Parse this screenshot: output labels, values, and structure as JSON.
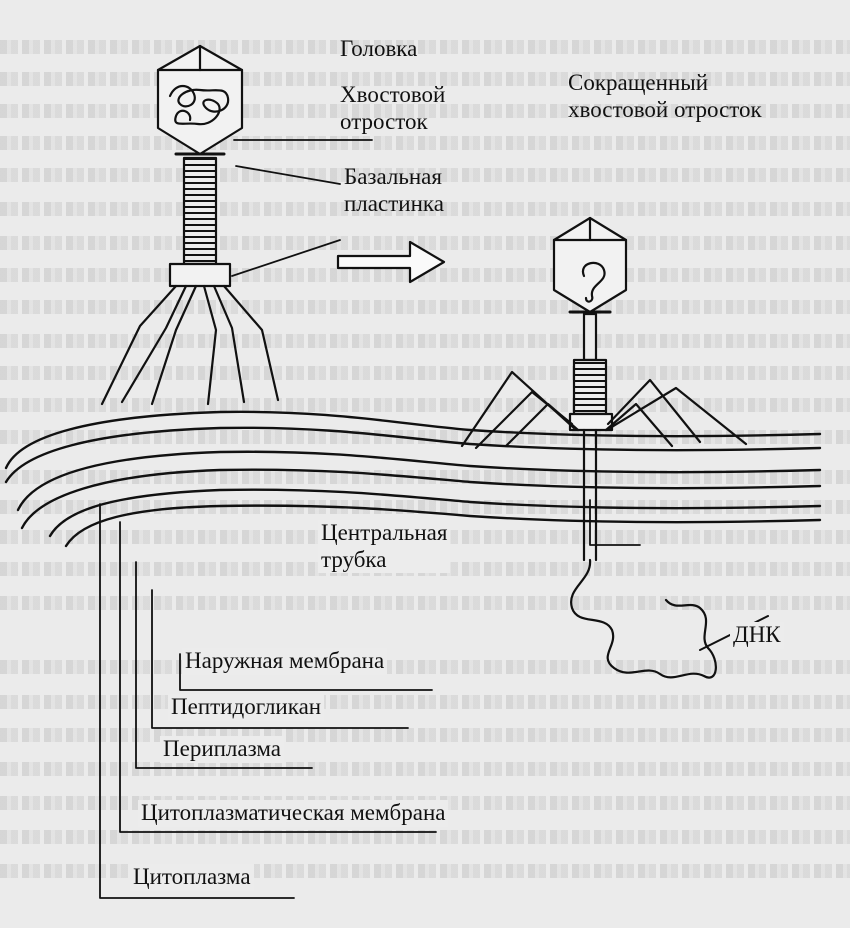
{
  "labels": {
    "head": "Головка",
    "tail_sheath": [
      "Хвостовой",
      "отросток"
    ],
    "contracted_sheath": [
      "Сокращенный",
      "хвостовой отросток"
    ],
    "base_plate": [
      "Базальная",
      "пластинка"
    ],
    "central_tube": [
      "Центральная",
      "трубка"
    ],
    "dna": "ДНК",
    "outer_membrane": "Наружная мембрана",
    "peptidoglycan": "Пептидогликан",
    "periplasm": "Периплазма",
    "cytoplasmic_membrane": "Цитоплазматическая мембрана",
    "cytoplasm": "Цитоплазма"
  },
  "colors": {
    "ink": "#111111",
    "paper": "#ebebeb"
  }
}
